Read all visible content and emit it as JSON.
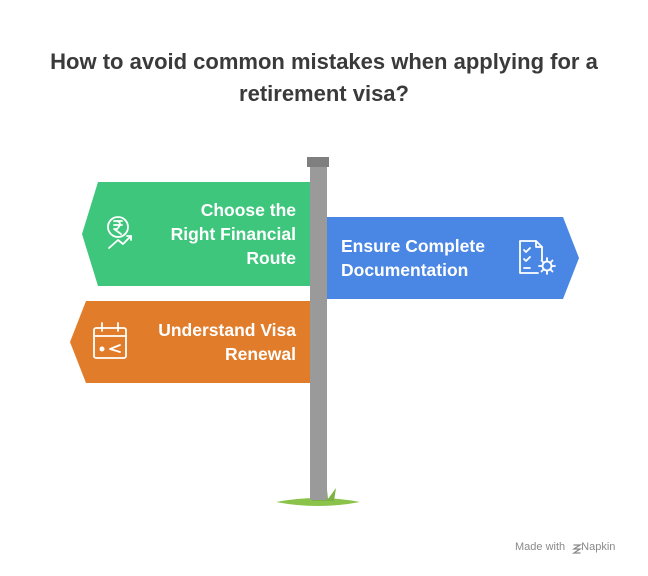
{
  "title": {
    "line1": "How to avoid common mistakes when applying for a",
    "line2": "retirement visa?"
  },
  "signs": [
    {
      "id": "financial",
      "line1": "Choose the",
      "line2": "Right Financial",
      "line3": "Route",
      "color": "#3ec67c",
      "icon": "rupee-growth-icon",
      "direction": "left"
    },
    {
      "id": "documentation",
      "line1": "Ensure Complete",
      "line2": "Documentation",
      "color": "#4a86e4",
      "icon": "document-gear-icon",
      "direction": "right"
    },
    {
      "id": "renewal",
      "line1": "Understand Visa",
      "line2": "Renewal",
      "color": "#e07c2a",
      "icon": "calendar-icon",
      "direction": "left"
    }
  ],
  "colors": {
    "post": "#9a9a9a",
    "post_cap": "#7f7f7f",
    "grass": "#8bc34a"
  },
  "footer": {
    "made_with": "Made with",
    "brand": "Napkin"
  }
}
